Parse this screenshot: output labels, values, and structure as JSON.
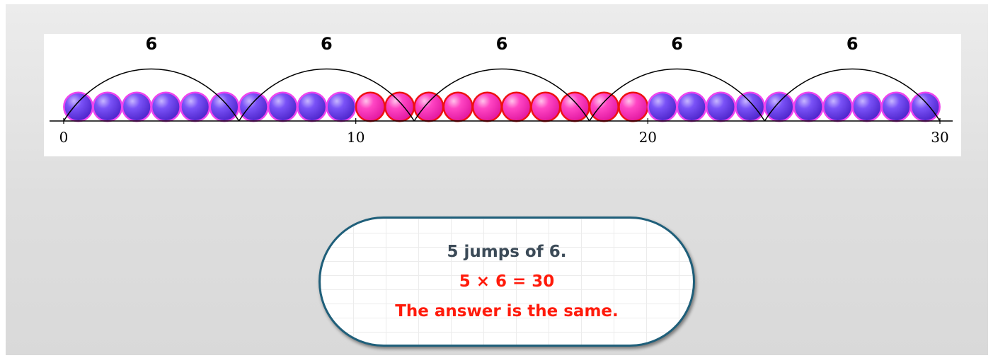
{
  "number_line": {
    "jumps": [
      {
        "label": "6",
        "from": 0,
        "to": 6
      },
      {
        "label": "6",
        "from": 6,
        "to": 12
      },
      {
        "label": "6",
        "from": 12,
        "to": 18
      },
      {
        "label": "6",
        "from": 18,
        "to": 24
      },
      {
        "label": "6",
        "from": 24,
        "to": 30
      }
    ],
    "tick_labels": [
      {
        "value": 0,
        "text": "0"
      },
      {
        "value": 10,
        "text": "10"
      },
      {
        "value": 20,
        "text": "20"
      },
      {
        "value": 30,
        "text": "30"
      }
    ],
    "range": [
      0,
      30
    ],
    "counters": {
      "count": 30,
      "groups": [
        {
          "count": 10,
          "color": "purple"
        },
        {
          "count": 10,
          "color": "pink"
        },
        {
          "count": 10,
          "color": "purple"
        }
      ]
    },
    "colors": {
      "purple_fill": "#6a3ef0",
      "purple_outline": "#ee44ee",
      "pink_fill": "#ff3cbe",
      "pink_outline": "#ee1111",
      "arc_line": "#000000"
    }
  },
  "callout": {
    "line1": "5 jumps of 6.",
    "line2": "5 × 6 = 30",
    "line3": "The answer is the same.",
    "colors": {
      "line1": "#3b4a57",
      "emphasis": "#ff1a0a",
      "border": "#1f5f7a"
    }
  }
}
